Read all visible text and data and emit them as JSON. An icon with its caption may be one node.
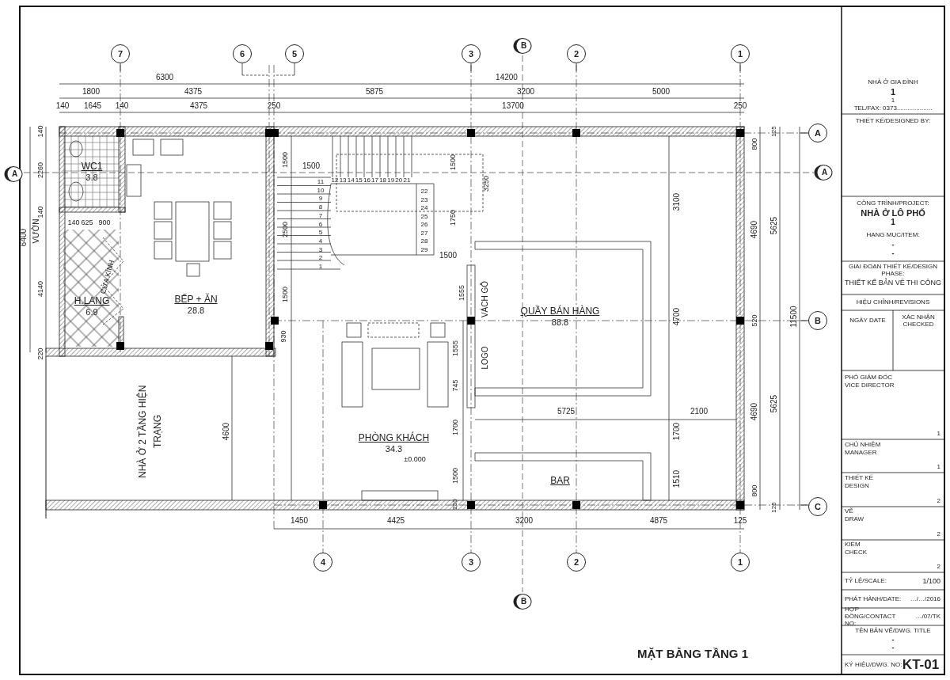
{
  "diagram": {
    "title": "MẶT BẰNG TẦNG 1",
    "nodes": [
      {
        "text": [
          "WC1",
          "3.8"
        ]
      },
      {
        "text": [
          "H.LANG",
          "6.9"
        ]
      },
      {
        "text": [
          "BẾP + ĂN",
          "28.8"
        ]
      },
      {
        "text": [
          "PHÒNG KHÁCH",
          "34.3"
        ]
      },
      {
        "text": [
          "QUẦY BÁN HÀNG",
          "88.8"
        ]
      },
      {
        "text": [
          "BAR"
        ]
      },
      {
        "text": [
          "NHÀ Ở 2 TẦNG HIỆN TRẠNG"
        ]
      }
    ],
    "labels": [
      "7",
      "6",
      "5",
      "3",
      "B",
      "2",
      "1",
      "6300",
      "14200",
      "1800",
      "4375",
      "5875",
      "3200",
      "5000",
      "140",
      "1645",
      "140",
      "4375",
      "250",
      "13700",
      "250",
      "140",
      "A",
      "2260",
      "140",
      "6400",
      "VƯỜN",
      "140",
      "625",
      "900",
      "CỬA KÍNH",
      "4140",
      "220",
      "1500",
      "1500",
      "11",
      "10",
      "9",
      "8",
      "7",
      "6",
      "5",
      "4",
      "3",
      "2",
      "1",
      "12",
      "13",
      "14",
      "15",
      "16",
      "17",
      "18",
      "19",
      "20",
      "21",
      "1500",
      "3250",
      "22",
      "23",
      "24",
      "25",
      "26",
      "27",
      "28",
      "29",
      "1750",
      "2500",
      "1500",
      "1500",
      "1555",
      "VÁCH GỖ",
      "LOGO",
      "930",
      "1555",
      "745",
      "±0.000",
      "1700",
      "1500",
      "250",
      "3100",
      "4700",
      "5725",
      "2100",
      "1700",
      "1510",
      "800",
      "125",
      "4690",
      "5625",
      "A",
      "A",
      "520",
      "11500",
      "B",
      "4690",
      "5625",
      "4600",
      "800",
      "125",
      "C",
      "1450",
      "4425",
      "3200",
      "4875",
      "125",
      "4",
      "3",
      "2",
      "1",
      "B",
      "NHÀ Ở GIA ĐÌNH",
      "1",
      "1",
      "TEL/FAX: 0373....................",
      "THIẾT KẾ/DESIGNED BY:",
      "CÔNG TRÌNH/PROJECT:",
      "NHÀ Ở LÔ PHỐ",
      "1",
      "HẠNG MỤC/ITEM:",
      "-",
      "-",
      "GIAI ĐOẠN THIẾT KẾ/DESIGN PHASE:",
      "THIẾT KẾ BẢN VẼ THI CÔNG",
      "HIỆU CHỈNH/REVISIONS",
      "NGÀY DATE",
      "XÁC NHẬN CHECKED",
      "PHÓ GIÁM ĐỐC",
      "VICE DIRECTOR",
      "1",
      "CHỦ NHIỆM",
      "MANAGER",
      "1",
      "THIẾT KẾ",
      "DESIGN",
      "2",
      "VẼ",
      "DRAW",
      "2",
      "KIỂM",
      "CHECK",
      "2",
      "TỶ LỆ/SCALE:",
      "1/100",
      "PHÁT HÀNH/DATE:",
      "…/…/2016",
      "HỢP ĐỒNG/CONTACT NO:",
      "…/07/TK",
      "TÊN BẢN VẼ/DWG. TITLE",
      "-",
      "-",
      "KÝ HIỆU/DWG. NO:",
      "KT-01"
    ]
  }
}
